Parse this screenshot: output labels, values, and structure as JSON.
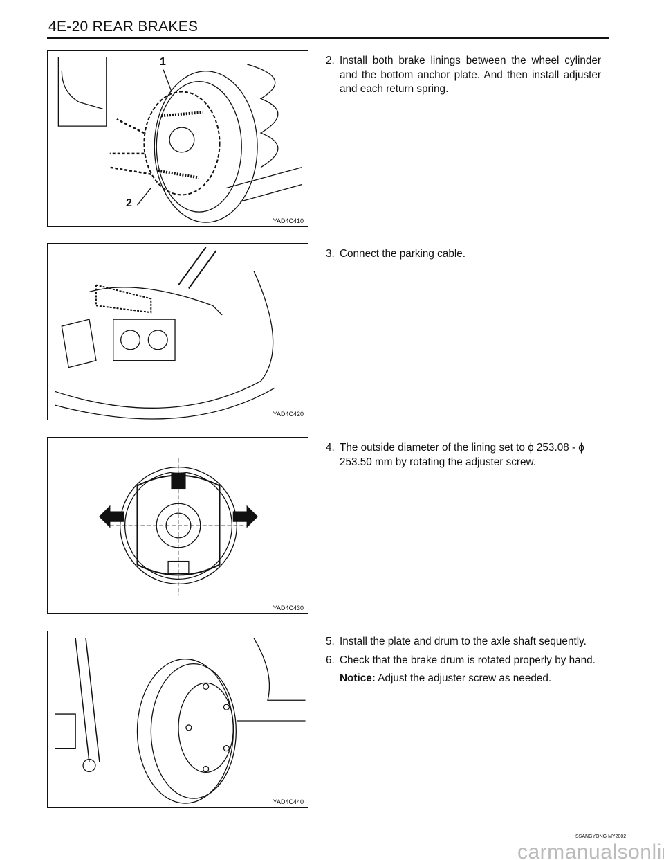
{
  "header": {
    "title": "4E-20  REAR BRAKES"
  },
  "figures": [
    {
      "caption": "YAD4C410",
      "callouts": [
        "1",
        "2"
      ]
    },
    {
      "caption": "YAD4C420"
    },
    {
      "caption": "YAD4C430"
    },
    {
      "caption": "YAD4C440"
    }
  ],
  "steps": [
    {
      "num": "2.",
      "text": "Install both brake linings between the wheel cylinder and the bottom anchor plate. And then install adjuster and each return spring."
    },
    {
      "num": "3.",
      "text": "Connect the parking cable."
    },
    {
      "num": "4.",
      "text": "The outside diameter of the lining set to ϕ 253.08 - ϕ 253.50 mm by rotating the adjuster screw."
    },
    {
      "num": "5.",
      "text": "Install the plate and drum to the axle shaft sequently."
    },
    {
      "num": "6.",
      "text": "Check that the brake drum is rotated properly by hand."
    }
  ],
  "notice": {
    "label": "Notice:",
    "text": " Adjust the adjuster screw as needed."
  },
  "footer": {
    "text": "SSANGYONG MY2002"
  },
  "watermark": "carmanualsonline.info"
}
